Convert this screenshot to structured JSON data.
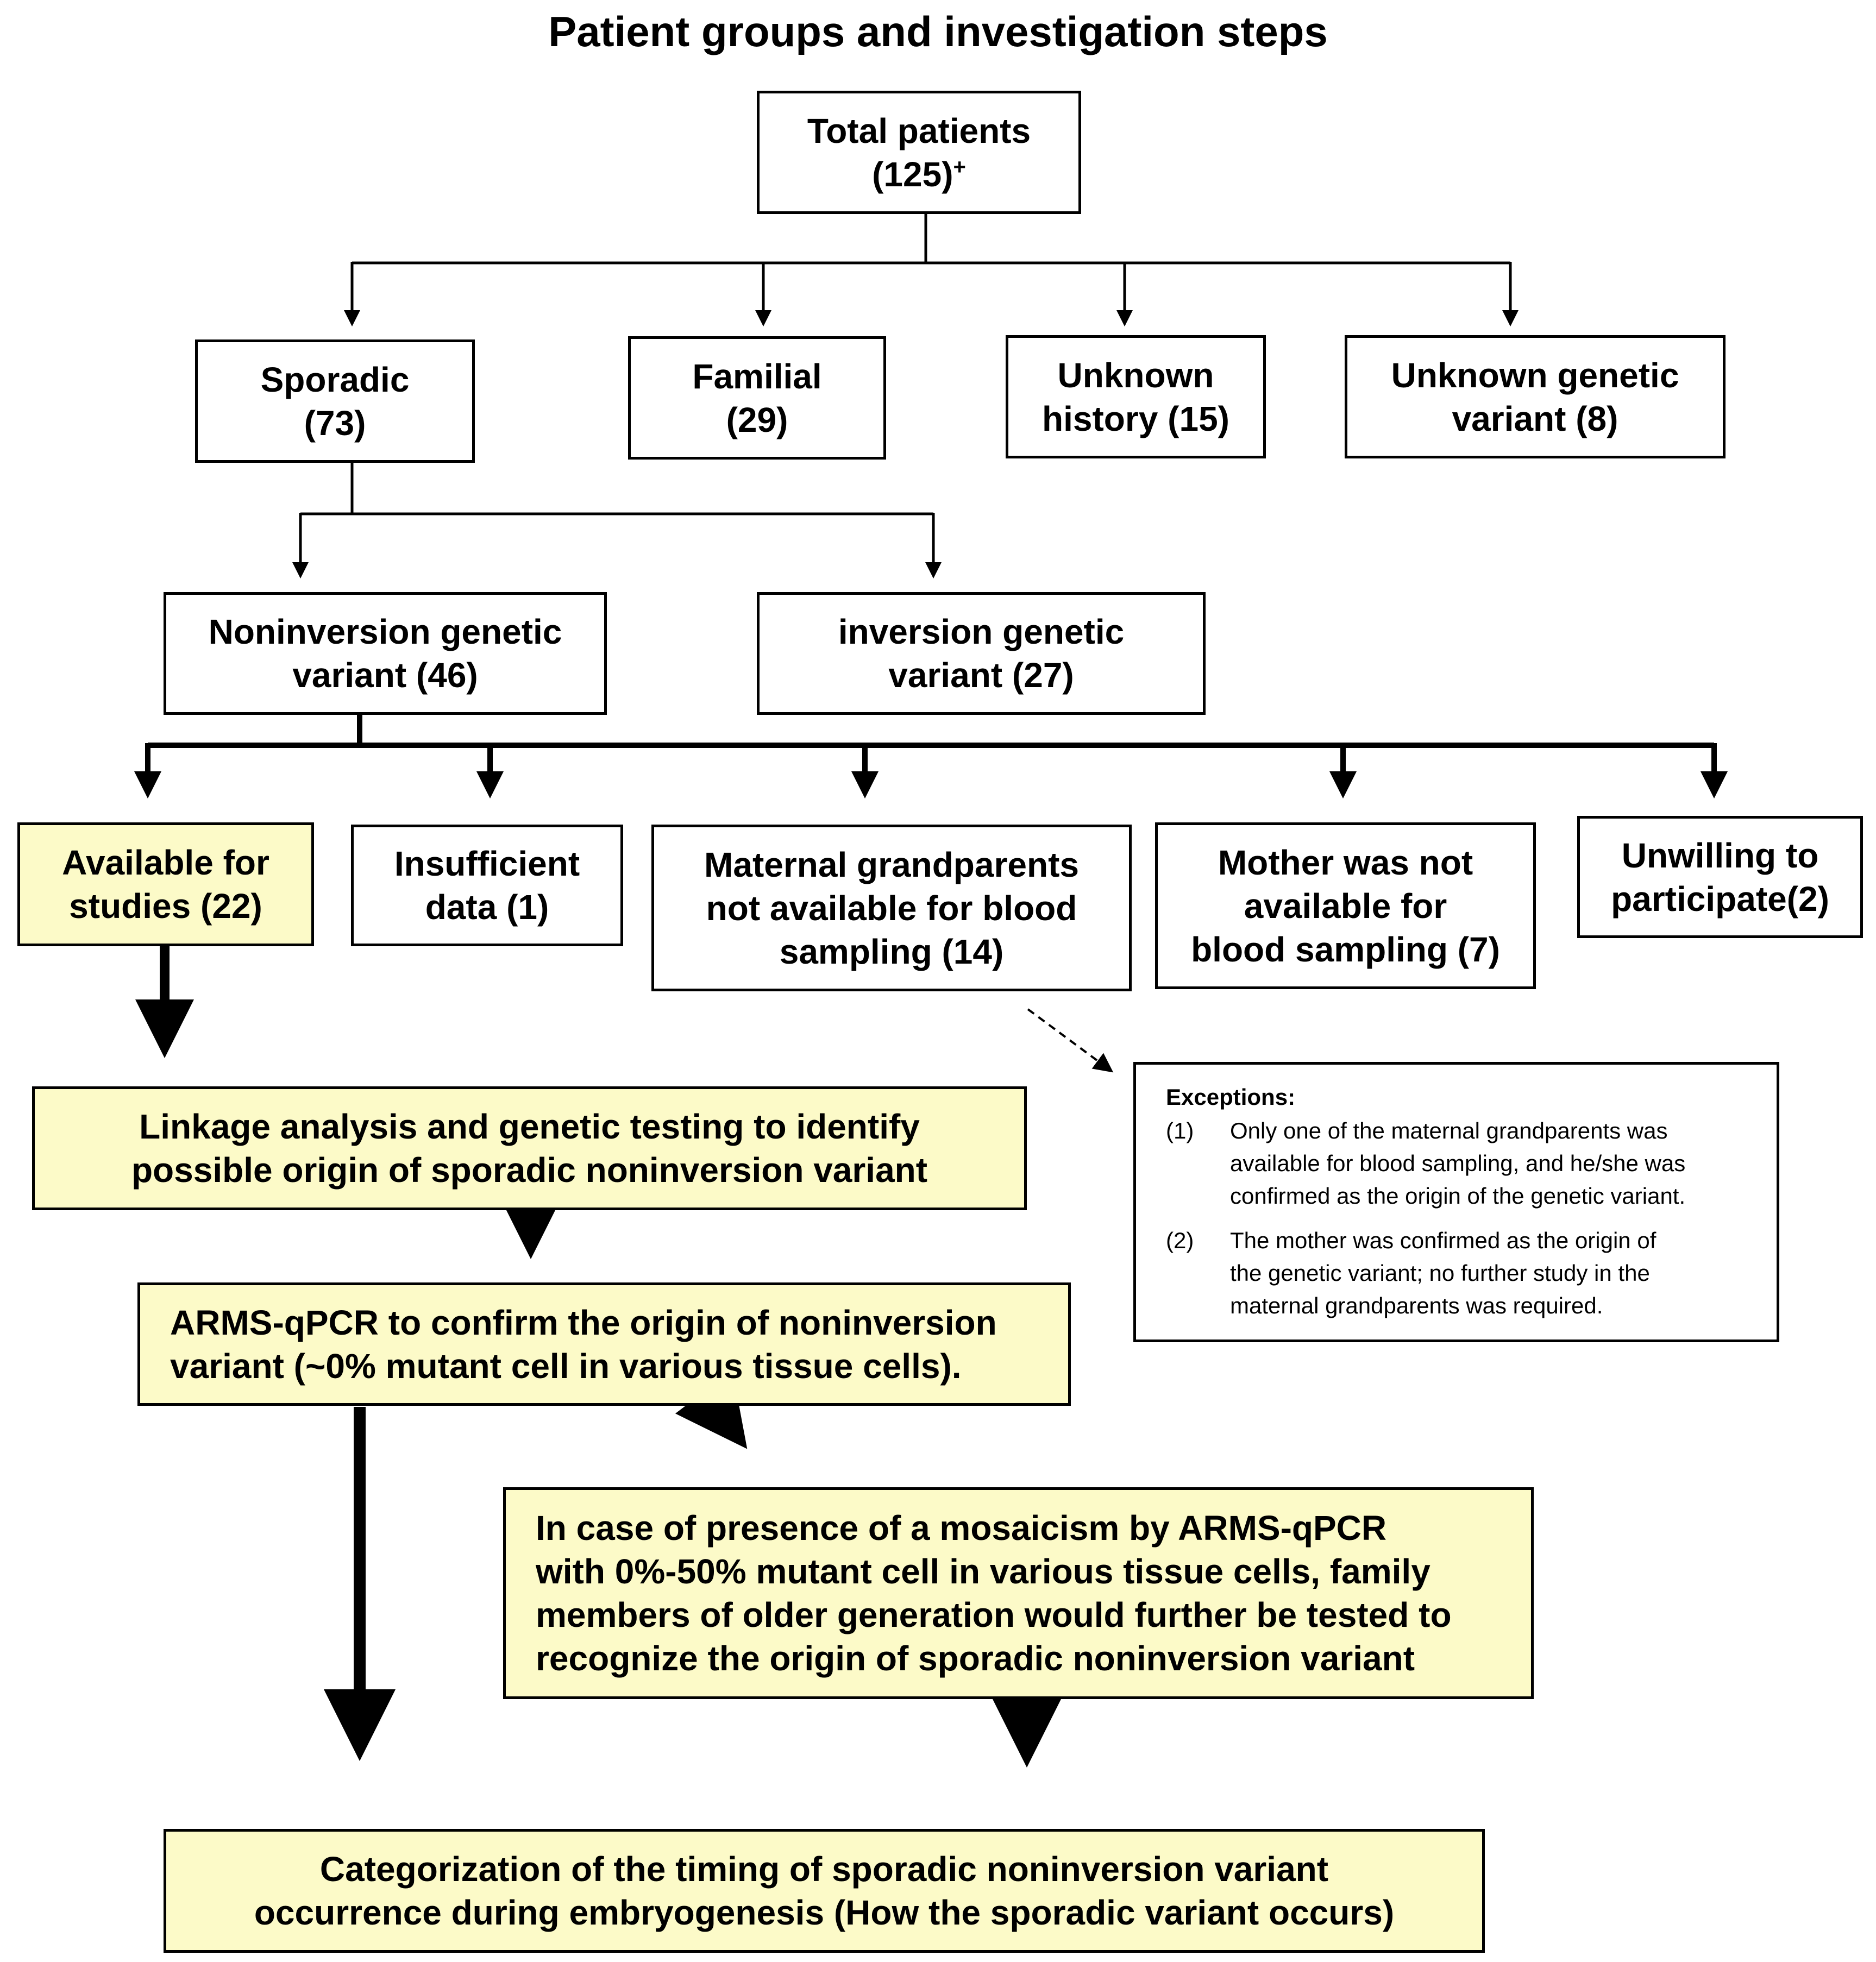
{
  "title": "Patient groups and investigation steps",
  "nodes": {
    "total": {
      "lines": [
        "Total patients",
        "(125)"
      ],
      "sup": "+"
    },
    "sporadic": {
      "lines": [
        "Sporadic",
        "(73)"
      ]
    },
    "familial": {
      "lines": [
        "Familial",
        "(29)"
      ]
    },
    "unknown_history": {
      "lines": [
        "Unknown",
        "history (15)"
      ]
    },
    "unknown_variant": {
      "lines": [
        "Unknown genetic",
        "variant (8)"
      ]
    },
    "noninversion": {
      "lines": [
        "Noninversion genetic",
        "variant (46)"
      ]
    },
    "inversion": {
      "lines": [
        "inversion genetic",
        "variant (27)"
      ]
    },
    "available": {
      "lines": [
        "Available for",
        "studies (22)"
      ]
    },
    "insufficient": {
      "lines": [
        "Insufficient",
        "data (1)"
      ]
    },
    "maternal_gp": {
      "lines": [
        "Maternal grandparents",
        "not available for blood",
        "sampling (14)"
      ]
    },
    "mother_na": {
      "lines": [
        "Mother was not",
        "available for",
        "blood sampling (7)"
      ]
    },
    "unwilling": {
      "lines": [
        "Unwilling to",
        "participate(2)"
      ]
    },
    "linkage": {
      "lines": [
        "Linkage analysis and genetic testing to identify",
        "possible origin of sporadic noninversion variant"
      ]
    },
    "arms": {
      "lines": [
        "ARMS-qPCR to confirm the origin of noninversion",
        "variant (~0% mutant cell in various tissue cells)."
      ]
    },
    "mosaicism": {
      "lines": [
        "In case of presence of a mosaicism by ARMS-qPCR",
        "with 0%-50% mutant cell in various tissue cells, family",
        "members of older generation would further be tested to",
        "recognize the origin of sporadic noninversion variant"
      ]
    },
    "categorization": {
      "lines": [
        "Categorization of the timing of sporadic noninversion variant",
        "occurrence during embryogenesis (How the sporadic variant occurs)"
      ]
    }
  },
  "exceptions": {
    "heading": "Exceptions:",
    "items": [
      {
        "num": "(1)",
        "lines": [
          "Only one of the maternal grandparents was",
          "available for blood sampling, and he/she was",
          "confirmed as the origin of the genetic variant."
        ]
      },
      {
        "num": "(2)",
        "lines": [
          "The mother was confirmed as the origin of",
          "the genetic variant; no further study in the",
          "maternal grandparents was required."
        ]
      }
    ]
  },
  "colors": {
    "highlight_fill": "#fcfac8",
    "border": "#000000"
  }
}
